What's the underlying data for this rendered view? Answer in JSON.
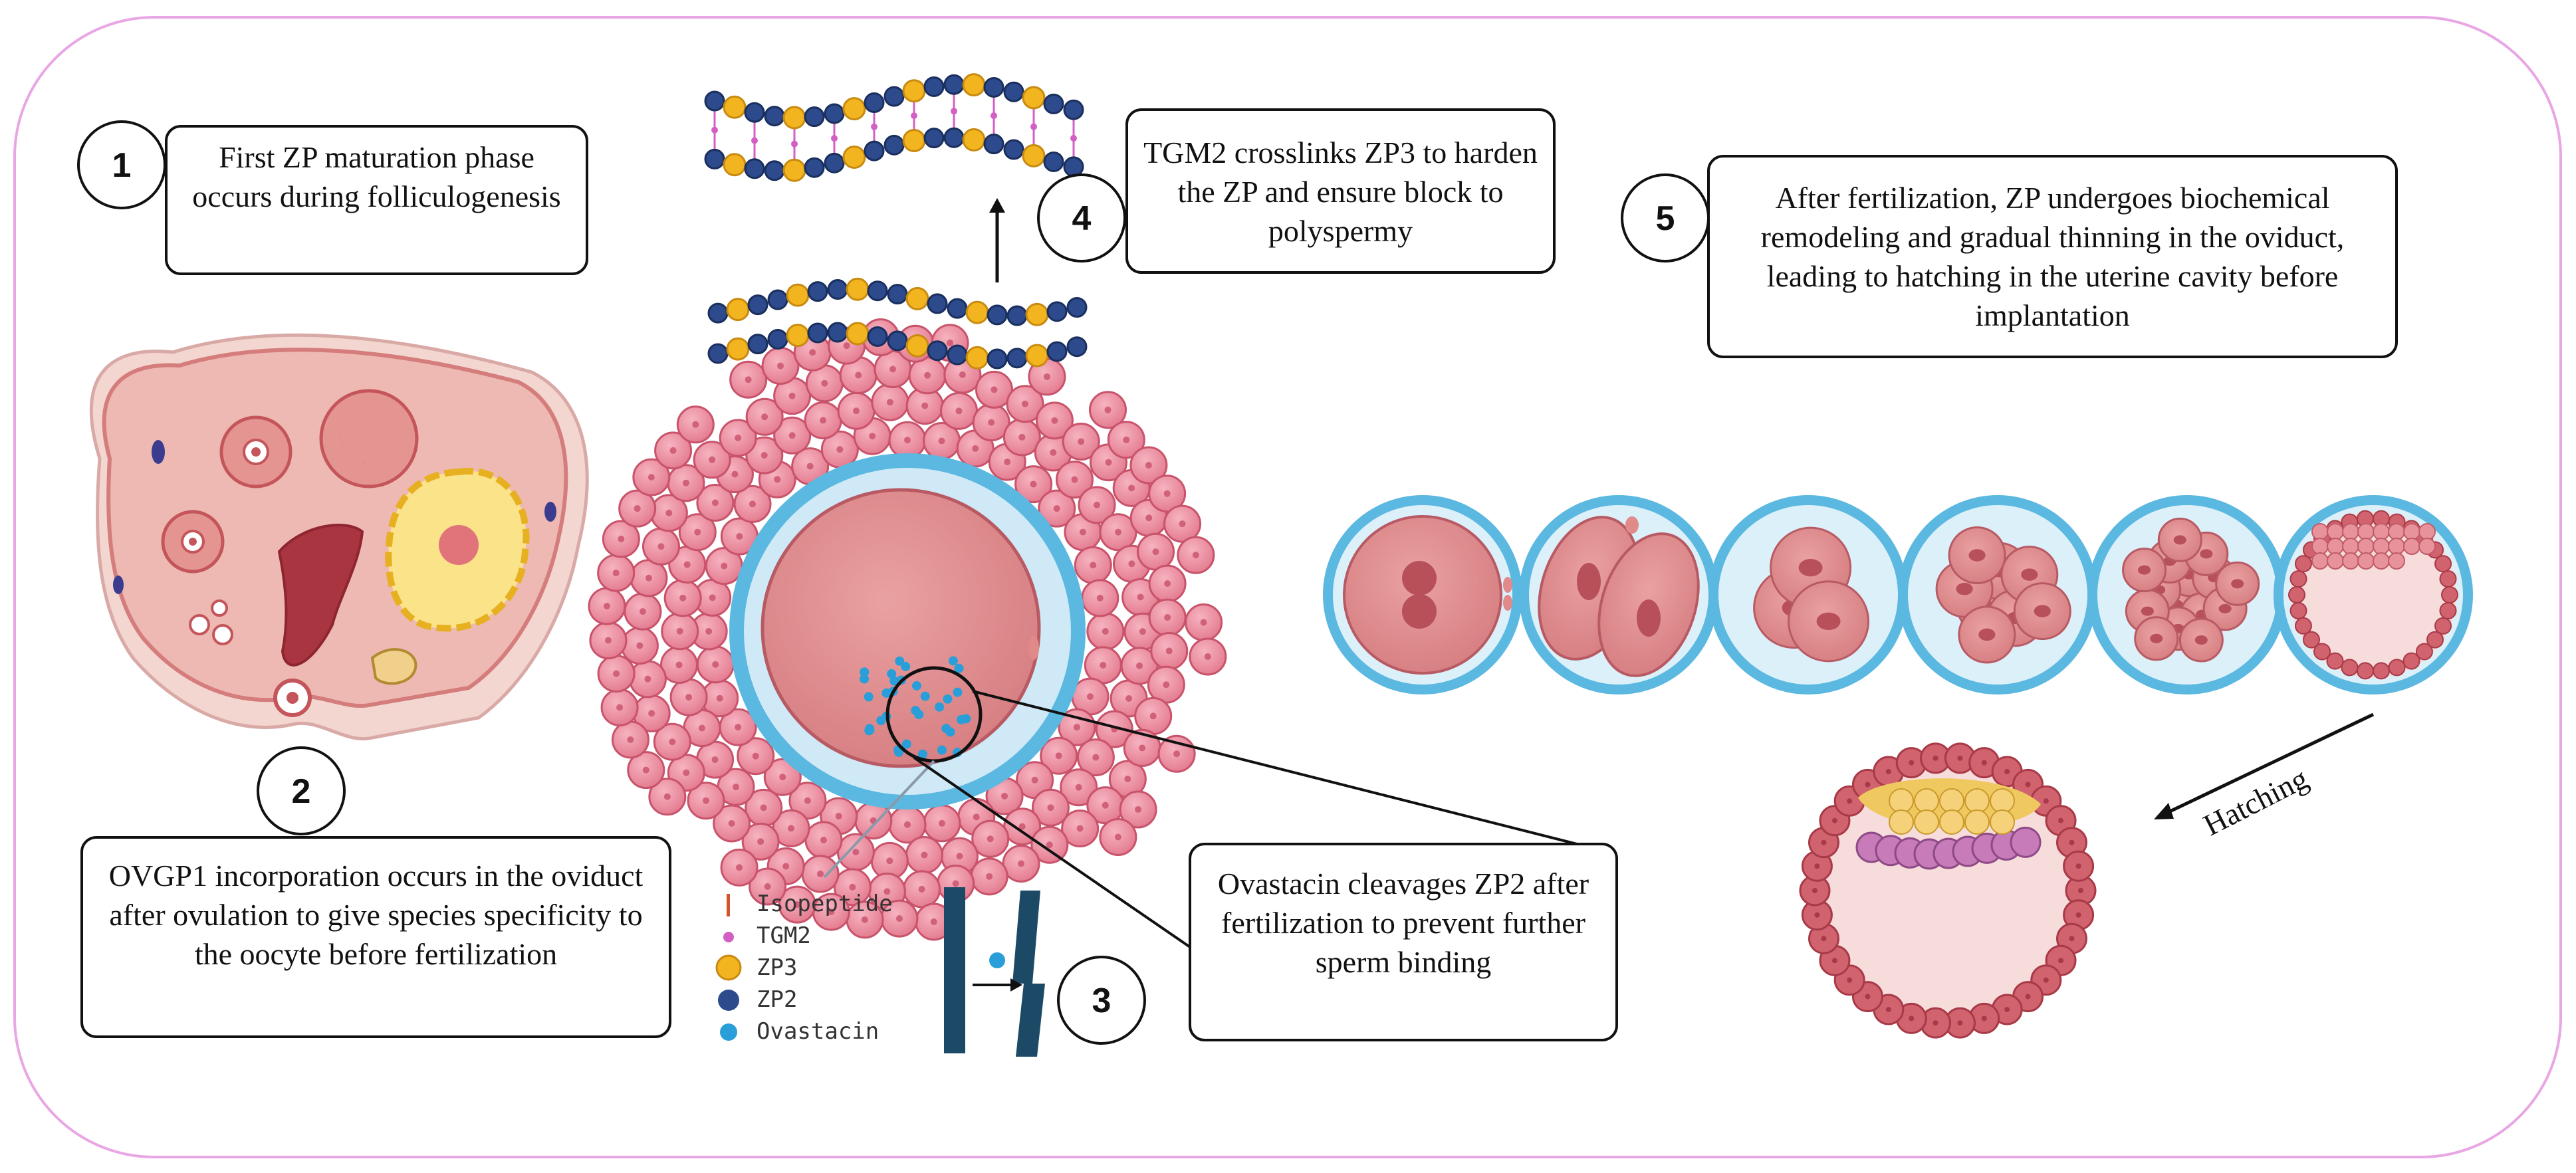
{
  "steps": [
    {
      "num": "1",
      "text": "First ZP maturation phase occurs during folliculogenesis"
    },
    {
      "num": "2",
      "text": "OVGP1 incorporation occurs in the oviduct after ovulation to give species specificity to the oocyte before fertilization"
    },
    {
      "num": "3",
      "text": "Ovastacin cleavages ZP2 after fertilization to prevent further sperm binding"
    },
    {
      "num": "4",
      "text": "TGM2 crosslinks ZP3 to harden the ZP and ensure block to polyspermy"
    },
    {
      "num": "5",
      "text": "After fertilization, ZP undergoes biochemical remodeling and gradual thinning in the oviduct, leading to hatching in the uterine cavity before implantation"
    }
  ],
  "legend": [
    {
      "label": "Isopeptide",
      "color": "#d4542a"
    },
    {
      "label": "TGM2",
      "color": "#d45fc4"
    },
    {
      "label": "ZP3",
      "color": "#f2b51f"
    },
    {
      "label": "ZP2",
      "color": "#2c4a8c"
    },
    {
      "label": "Ovastacin",
      "color": "#2a9ed8"
    }
  ],
  "hatching_label": "Hatching",
  "colors": {
    "frame": "#e9a6e4",
    "zona": "#5bb8e0",
    "cell": "#e8879a",
    "cytoplasm": "#d98a8a",
    "blastocyst_cell": "#c8465a",
    "inner_mass": "#f0c860"
  }
}
